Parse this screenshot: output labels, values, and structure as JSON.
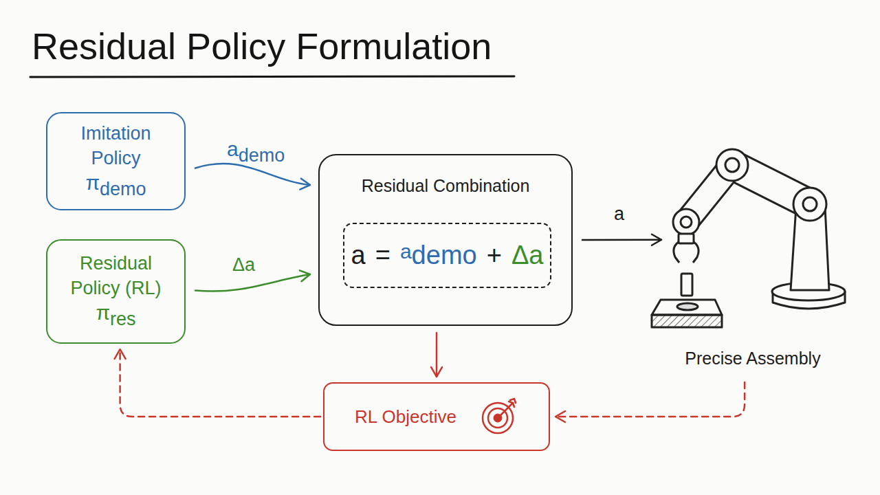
{
  "diagram": {
    "title": "Residual Policy Formulation",
    "nodes": [
      {
        "text": [
          "Imitation Policy",
          "πdemo"
        ]
      },
      {
        "text": [
          "Residual Policy (RL)",
          "πres"
        ]
      },
      {
        "text": [
          "Residual Combination"
        ]
      },
      {
        "text": [
          "a",
          "=",
          "ademo",
          "+",
          "Δa"
        ],
        "in": 2
      },
      {
        "text": [
          "Precise Assembly"
        ]
      },
      {
        "text": [
          "RL Objective"
        ]
      }
    ],
    "edges": [
      {
        "from": 0,
        "to": 2,
        "label": "ademo",
        "arrow": "to"
      },
      {
        "from": 1,
        "to": 2,
        "label": "Δa",
        "arrow": "to"
      },
      {
        "from": 2,
        "to": 4,
        "label": "a",
        "arrow": "to"
      },
      {
        "from": 2,
        "to": 5,
        "arrow": "to"
      },
      {
        "from": 4,
        "to": 5,
        "arrow": "to"
      },
      {
        "from": 5,
        "to": 1,
        "arrow": "to"
      }
    ]
  }
}
